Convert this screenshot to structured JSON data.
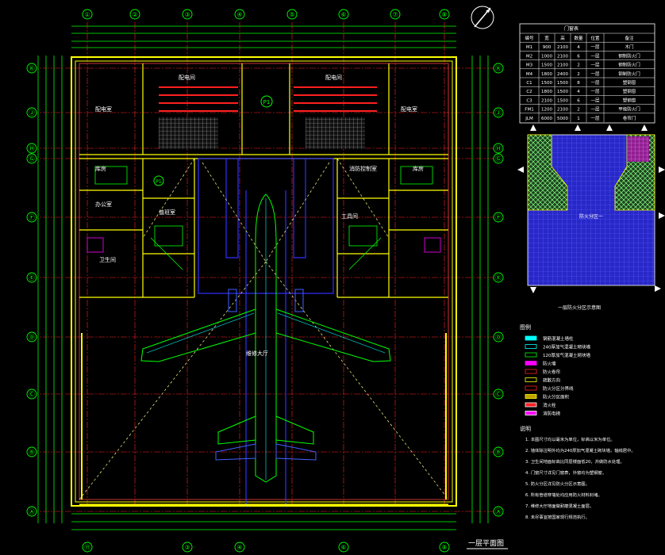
{
  "grid": {
    "columns": [
      "①",
      "②",
      "③",
      "④",
      "⑤",
      "⑥",
      "⑦",
      "⑧"
    ],
    "rows": [
      "Ⓚ",
      "Ⓙ",
      "Ⓗ",
      "Ⓖ",
      "Ⓕ",
      "Ⓔ",
      "Ⓓ",
      "Ⓒ",
      "Ⓑ",
      "Ⓐ"
    ],
    "columns_bottom": [
      "⑪",
      "③",
      "④",
      "⑥",
      "⑧"
    ]
  },
  "rooms": {
    "r1": "配电间",
    "r2": "配电间",
    "r3": "配电室",
    "r4": "配电室",
    "r5": "库房",
    "r6": "库房",
    "r7": "办公室",
    "r8": "工具间",
    "r9": "值班室",
    "r10": "卫生间",
    "r11": "消防控制室",
    "hall": "维修大厅"
  },
  "labels": {
    "p1": "P1",
    "p1b": "P1",
    "sheet_title": "一层平面图",
    "mini_plan_title": "一层防火分区示意图",
    "mini_zone": "防火分区一",
    "legend_title": "图例",
    "notes_title": "说明",
    "door_table_title": "门窗表"
  },
  "door_table": {
    "rows": [
      [
        "编号",
        "宽",
        "高",
        "数量",
        "位置",
        "备注"
      ],
      [
        "M1",
        "900",
        "2100",
        "4",
        "一层",
        "木门"
      ],
      [
        "M2",
        "1000",
        "2100",
        "6",
        "一层",
        "钢制防火门"
      ],
      [
        "M3",
        "1500",
        "2100",
        "2",
        "一层",
        "钢制防火门"
      ],
      [
        "M4",
        "1800",
        "2400",
        "2",
        "一层",
        "钢制防火门"
      ],
      [
        "C1",
        "1500",
        "1500",
        "8",
        "一层",
        "塑钢窗"
      ],
      [
        "C2",
        "1800",
        "1500",
        "4",
        "一层",
        "塑钢窗"
      ],
      [
        "C3",
        "2100",
        "1500",
        "6",
        "一层",
        "塑钢窗"
      ],
      [
        "FM1",
        "1200",
        "2100",
        "2",
        "一层",
        "甲级防火门"
      ],
      [
        "JLM",
        "6000",
        "5000",
        "1",
        "一层",
        "卷帘门"
      ]
    ]
  },
  "legend_items": [
    "钢筋混凝土墙柱",
    "240厚加气混凝土砌块墙",
    "120厚加气混凝土砌块墙",
    "防火墙",
    "防火卷帘",
    "疏散方向",
    "防火分区分界线",
    "防火分区面积",
    "消火栓",
    "消防电梯"
  ],
  "notes": [
    "1. 本图尺寸均以毫米为单位，标高以米为单位。",
    "2. 墙体除注明外均为240厚加气混凝土砌块墙，轴线居中。",
    "3. 卫生间地面标高比同层楼面低20，并做防水处理。",
    "4. 门窗尺寸详见门窗表，外窗均为塑钢窗。",
    "5. 防火分区详见防火分区示意图。",
    "6. 所有管道穿墙处均应用防火材料封堵。",
    "7. 维修大厅地面做耐磨混凝土面层。",
    "8. 未尽事宜按国家现行规范执行。"
  ],
  "colors": {
    "background": "#000000",
    "axis": "#ff2020",
    "wall": "#ffff00",
    "green": "#00ff00",
    "cyan": "#00ffff",
    "blue": "#3030ff",
    "white": "#ffffff",
    "magenta": "#ff00ff"
  }
}
